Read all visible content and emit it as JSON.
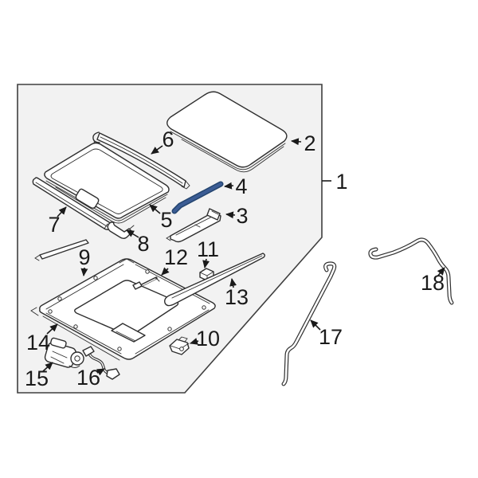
{
  "diagram": {
    "panel_fill": "#f2f2f2",
    "line_color": "#2f2f2f",
    "highlight_color": "#3b5c94",
    "highlight_outline": "#24456f",
    "callouts": [
      {
        "number": "1"
      },
      {
        "number": "2"
      },
      {
        "number": "3"
      },
      {
        "number": "4"
      },
      {
        "number": "5"
      },
      {
        "number": "6"
      },
      {
        "number": "7"
      },
      {
        "number": "8"
      },
      {
        "number": "9"
      },
      {
        "number": "10"
      },
      {
        "number": "11"
      },
      {
        "number": "12"
      },
      {
        "number": "13"
      },
      {
        "number": "14"
      },
      {
        "number": "15"
      },
      {
        "number": "16"
      },
      {
        "number": "17"
      },
      {
        "number": "18"
      }
    ]
  }
}
